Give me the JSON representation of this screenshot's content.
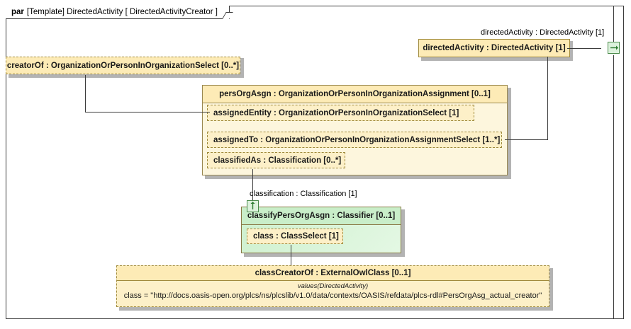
{
  "frame": {
    "keyword": "par",
    "label": "[Template] DirectedActivity [ DirectedActivityCreator ]"
  },
  "parts": {
    "directed_activity": {
      "label": "directedActivity : DirectedActivity [1]",
      "port_label": "directedActivity : DirectedActivity [1]"
    },
    "creator_of": {
      "label": "creatorOf : OrganizationOrPersonInOrganizationSelect [0..*]"
    },
    "pers_org_asgn": {
      "title": "persOrgAsgn : OrganizationOrPersonInOrganizationAssignment [0..1]",
      "members": [
        "assignedEntity : OrganizationOrPersonInOrganizationSelect [1]",
        "assignedTo : OrganizationOrPersonInOrganizationAssignmentSelect [1..*]",
        "classifiedAs : Classification [0..*]"
      ]
    },
    "classification_link": {
      "label": "classification : Classification [1]"
    },
    "classify_pers_org_asgn": {
      "title": "classifyPersOrgAsgn : Classifier [0..1]",
      "members": [
        "class : ClassSelect [1]"
      ]
    },
    "class_creator_of": {
      "title": "classCreatorOf : ExternalOwlClass [0..1]",
      "values_kind": "values(DirectedActivity)",
      "values_text": "class = \"http://docs.oasis-open.org/plcs/ns/plcslib/v1.0/data/contexts/OASIS/refdata/plcs-rdl#PersOrgAsg_actual_creator\""
    }
  },
  "icons": {
    "port_right_arrow": "arrow-right-icon",
    "port_up_arrow": "arrow-up-icon"
  },
  "colors": {
    "frame_border": "#3b3b3b",
    "yellow_fill": "#fdebb6",
    "yellow_light_fill": "#fdf6dd",
    "yellow_border": "#a08a3c",
    "green_fill": "#cdf0cd",
    "green_border": "#4a8a4a",
    "shadow": "#b3b3b3"
  }
}
